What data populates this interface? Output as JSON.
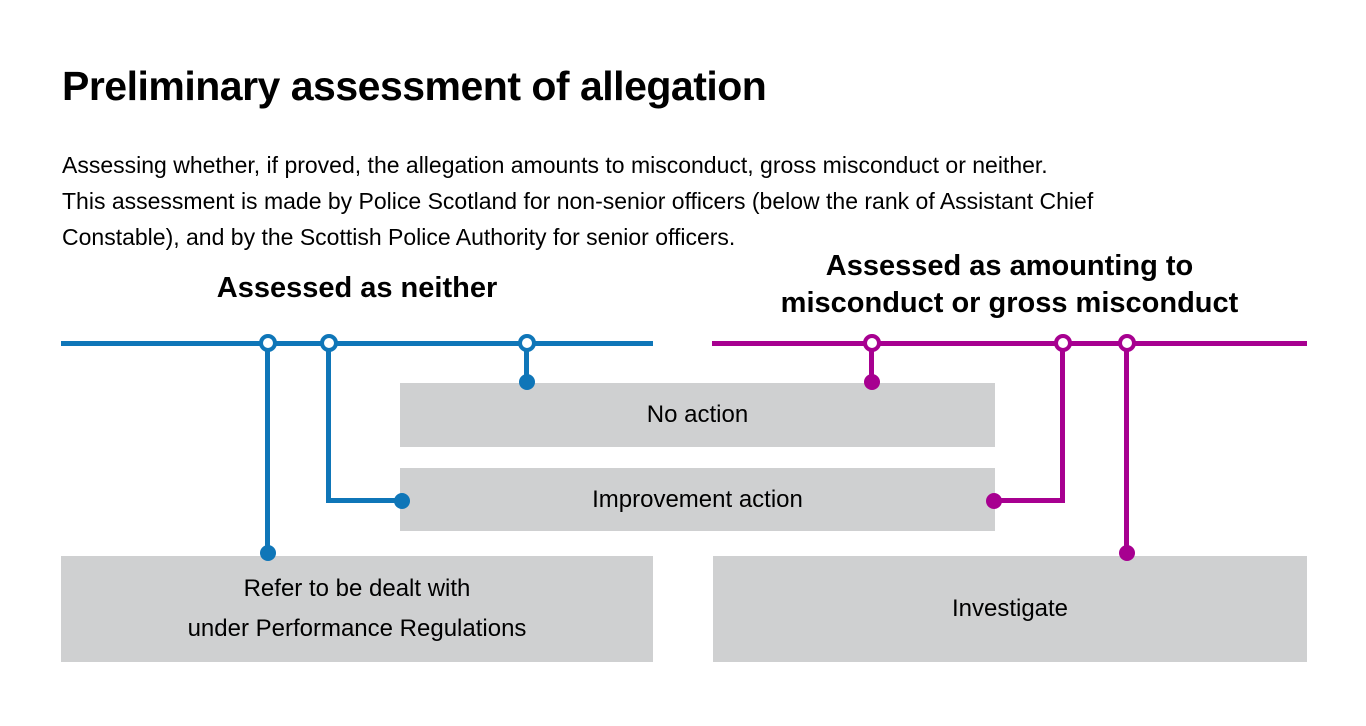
{
  "title": "Preliminary assessment of allegation",
  "intro": {
    "lines": [
      "Assessing whether, if proved, the allegation amounts to misconduct, gross misconduct or neither.",
      "This assessment is made by Police Scotland for non-senior officers (below the rank of Assistant Chief",
      "Constable), and by the Scottish Police Authority for senior officers."
    ]
  },
  "branches": {
    "left": {
      "label": "Assessed as neither"
    },
    "right": {
      "label_lines": [
        "Assessed as amounting to",
        "misconduct or gross misconduct"
      ]
    }
  },
  "outcomes": {
    "no_action": "No action",
    "improvement_action": "Improvement action",
    "refer_lines": [
      "Refer to be dealt with",
      "under Performance Regulations"
    ],
    "investigate": "Investigate"
  },
  "colors": {
    "blue": "#0f76b8",
    "magenta": "#a70090",
    "box_gray": "#cfd0d1",
    "text": "#000000"
  }
}
